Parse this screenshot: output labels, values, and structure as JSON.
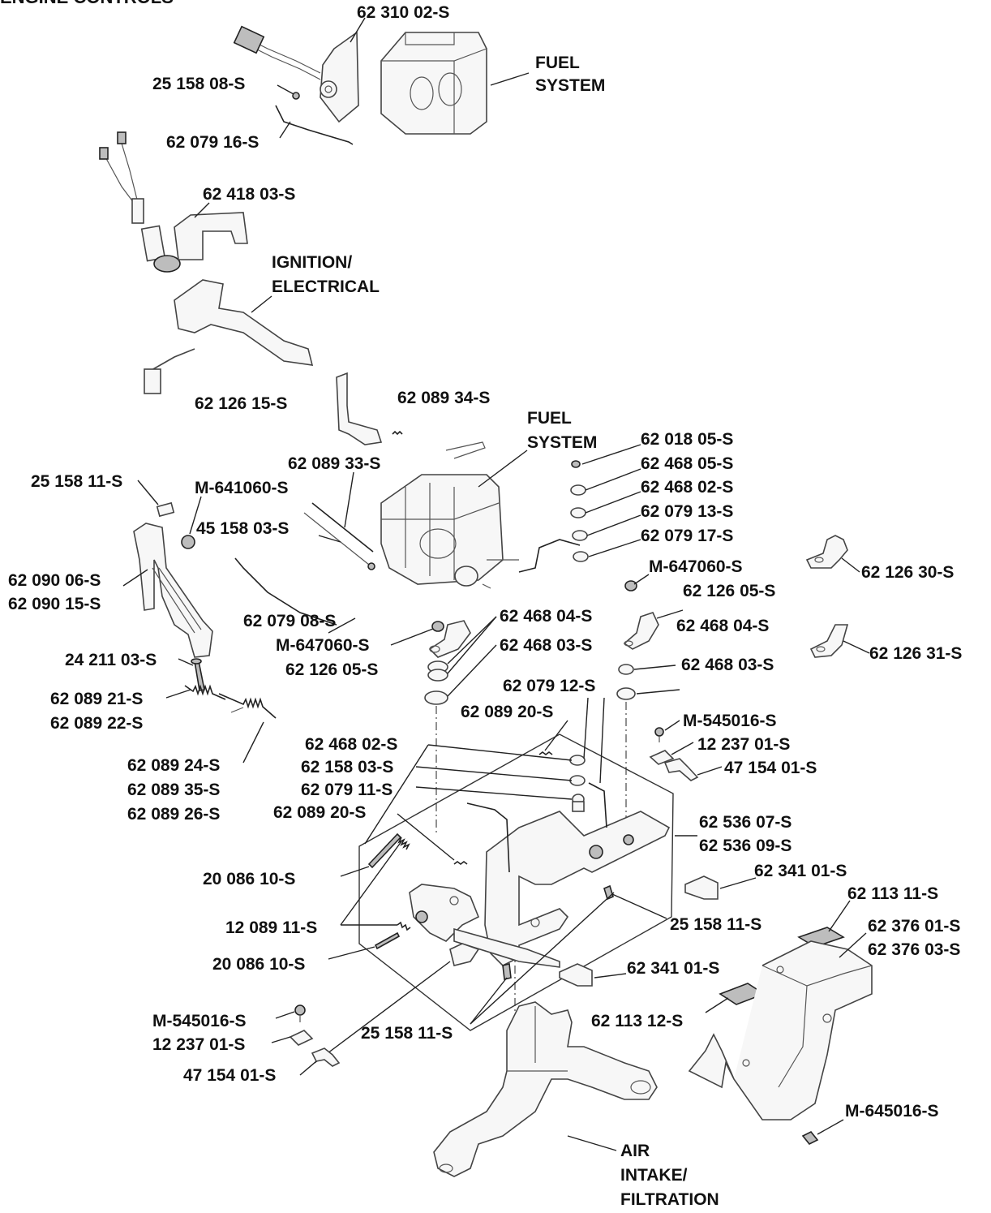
{
  "title": "ENGINE CONTROLS",
  "section_labels": {
    "fuel_system_top": [
      "FUEL",
      "SYSTEM"
    ],
    "ignition": [
      "IGNITION/",
      "ELECTRICAL"
    ],
    "fuel_system_mid": [
      "FUEL",
      "SYSTEM"
    ],
    "air_intake": [
      "AIR",
      "INTAKE/",
      "FILTRATION"
    ]
  },
  "part_numbers": {
    "p_62_310_02": "62 310 02-S",
    "p_25_158_08": "25 158 08-S",
    "p_62_079_16": "62 079 16-S",
    "p_62_418_03": "62 418 03-S",
    "p_62_126_15": "62 126 15-S",
    "p_62_089_34": "62 089 34-S",
    "p_62_089_33": "62 089 33-S",
    "p_25_158_11_a": "25 158 11-S",
    "p_m_641060": "M-641060-S",
    "p_45_158_03": "45 158 03-S",
    "p_62_090_06": "62 090 06-S",
    "p_62_090_15": "62 090 15-S",
    "p_62_079_08": "62 079 08-S",
    "p_m_647060_a": "M-647060-S",
    "p_62_126_05_a": "62 126 05-S",
    "p_24_211_03": "24 211 03-S",
    "p_62_089_21": "62 089 21-S",
    "p_62_089_22": "62 089 22-S",
    "p_62_089_24": "62 089 24-S",
    "p_62_089_35": "62 089 35-S",
    "p_62_089_26": "62 089 26-S",
    "p_62_018_05": "62 018 05-S",
    "p_62_468_05": "62 468 05-S",
    "p_62_468_02_a": "62 468 02-S",
    "p_62_079_13": "62 079 13-S",
    "p_62_079_17": "62 079 17-S",
    "p_m_647060_b": "M-647060-S",
    "p_62_126_30": "62 126 30-S",
    "p_62_126_05_b": "62 126 05-S",
    "p_62_468_04_a": "62 468 04-S",
    "p_62_468_04_b": "62 468 04-S",
    "p_62_126_31": "62 126 31-S",
    "p_62_468_03_a": "62 468 03-S",
    "p_62_468_03_b": "62 468 03-S",
    "p_62_079_12": "62 079 12-S",
    "p_62_089_20_a": "62 089 20-S",
    "p_m_545016_a": "M-545016-S",
    "p_12_237_01_a": "12 237 01-S",
    "p_47_154_01_a": "47 154 01-S",
    "p_62_468_02_b": "62 468 02-S",
    "p_62_158_03": "62 158 03-S",
    "p_62_079_11": "62 079 11-S",
    "p_62_089_20_b": "62 089 20-S",
    "p_62_536_07": "62 536 07-S",
    "p_62_536_09": "62 536 09-S",
    "p_20_086_10_a": "20 086 10-S",
    "p_62_341_01_a": "62 341 01-S",
    "p_62_113_11": "62 113 11-S",
    "p_12_089_11": "12 089 11-S",
    "p_25_158_11_b": "25 158 11-S",
    "p_62_376_01": "62 376 01-S",
    "p_62_376_03": "62 376 03-S",
    "p_20_086_10_b": "20 086 10-S",
    "p_62_341_01_b": "62 341 01-S",
    "p_m_545016_b": "M-545016-S",
    "p_62_113_12": "62 113 12-S",
    "p_25_158_11_c": "25 158 11-S",
    "p_12_237_01_b": "12 237 01-S",
    "p_47_154_01_b": "47 154 01-S",
    "p_m_645016": "M-645016-S"
  }
}
